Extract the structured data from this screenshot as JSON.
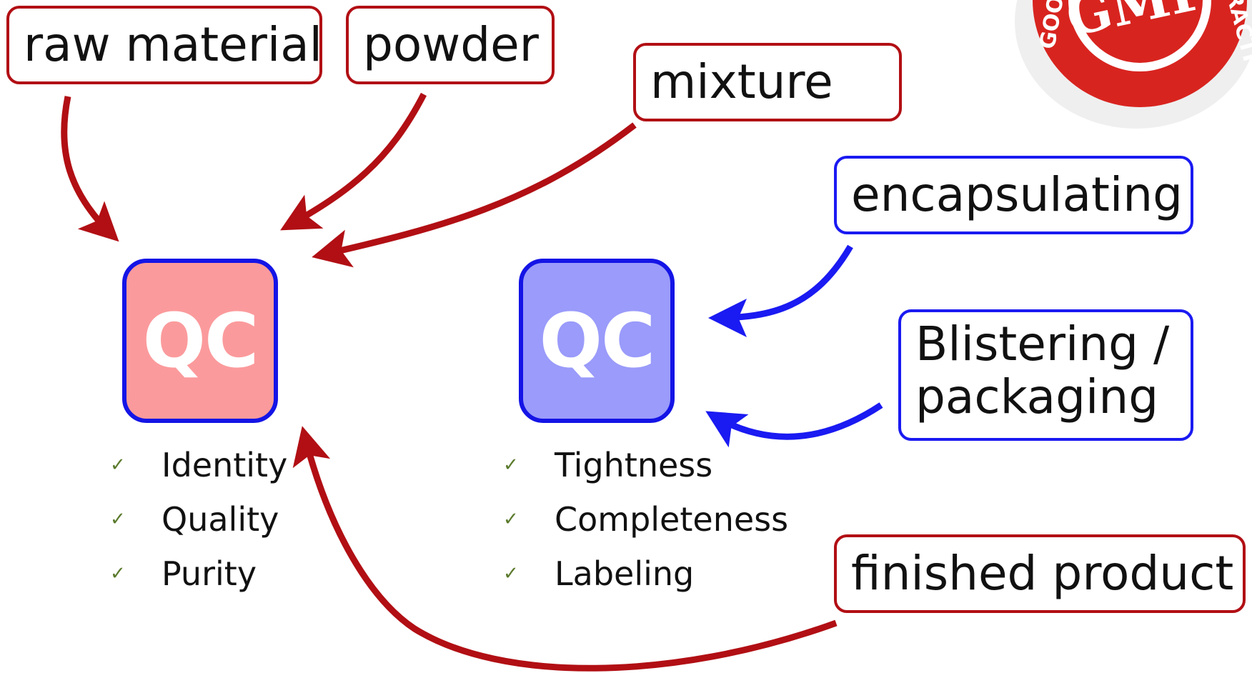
{
  "inputs_red": [
    {
      "label": "raw material"
    },
    {
      "label": "powder"
    },
    {
      "label": "mixture"
    }
  ],
  "inputs_blue": [
    {
      "label": "encapsulating"
    },
    {
      "label_line1": "Blistering /",
      "label_line2": "packaging"
    }
  ],
  "finished": {
    "label": "finished product"
  },
  "qc_left": {
    "label": "QC",
    "checks": [
      "Identity",
      "Quality",
      "Purity"
    ]
  },
  "qc_right": {
    "label": "QC",
    "checks": [
      "Tightness",
      "Completeness",
      "Labeling"
    ]
  },
  "logo": {
    "text_top": "GMP",
    "text_ring_left": "GOOD",
    "text_ring_right": "PRACTICE"
  },
  "colors": {
    "red": "#b10f14",
    "blue": "#1a1af2",
    "qc_red_fill": "#fb9a9c",
    "qc_blue_fill": "#9a9bfa",
    "check": "#5a7a2c"
  }
}
